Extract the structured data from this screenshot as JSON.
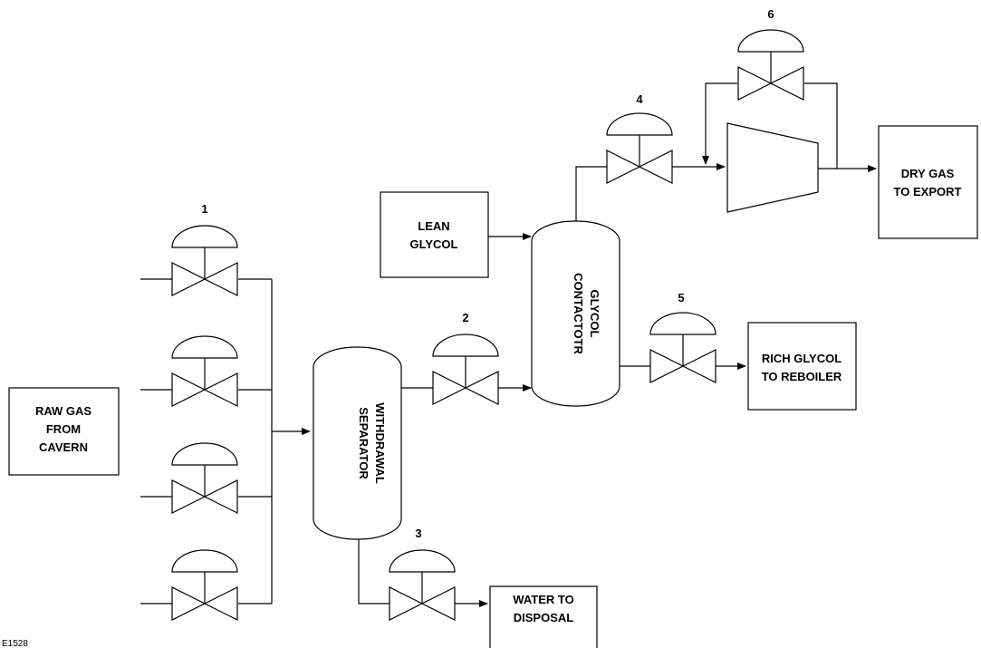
{
  "boxes": {
    "raw_gas": [
      "RAW GAS",
      "FROM",
      "CAVERN"
    ],
    "lean_glycol": [
      "LEAN",
      "GLYCOL"
    ],
    "dry_gas": [
      "DRY GAS",
      "TO EXPORT"
    ],
    "rich_glycol": [
      "RICH GLYCOL",
      "TO REBOILER"
    ],
    "water": [
      "WATER TO",
      "DISPOSAL"
    ]
  },
  "vessels": {
    "withdrawal_separator": [
      "WITHDRAWAL",
      "SEPARATOR"
    ],
    "glycol_contactor": [
      "GLYCOL",
      "CONTACTOTR"
    ]
  },
  "valve_numbers": {
    "v1": "1",
    "v2": "2",
    "v3": "3",
    "v4": "4",
    "v5": "5",
    "v6": "6"
  },
  "figure_ref": "E1528",
  "colors": {
    "line": "#000000",
    "background": "#ffffff"
  }
}
